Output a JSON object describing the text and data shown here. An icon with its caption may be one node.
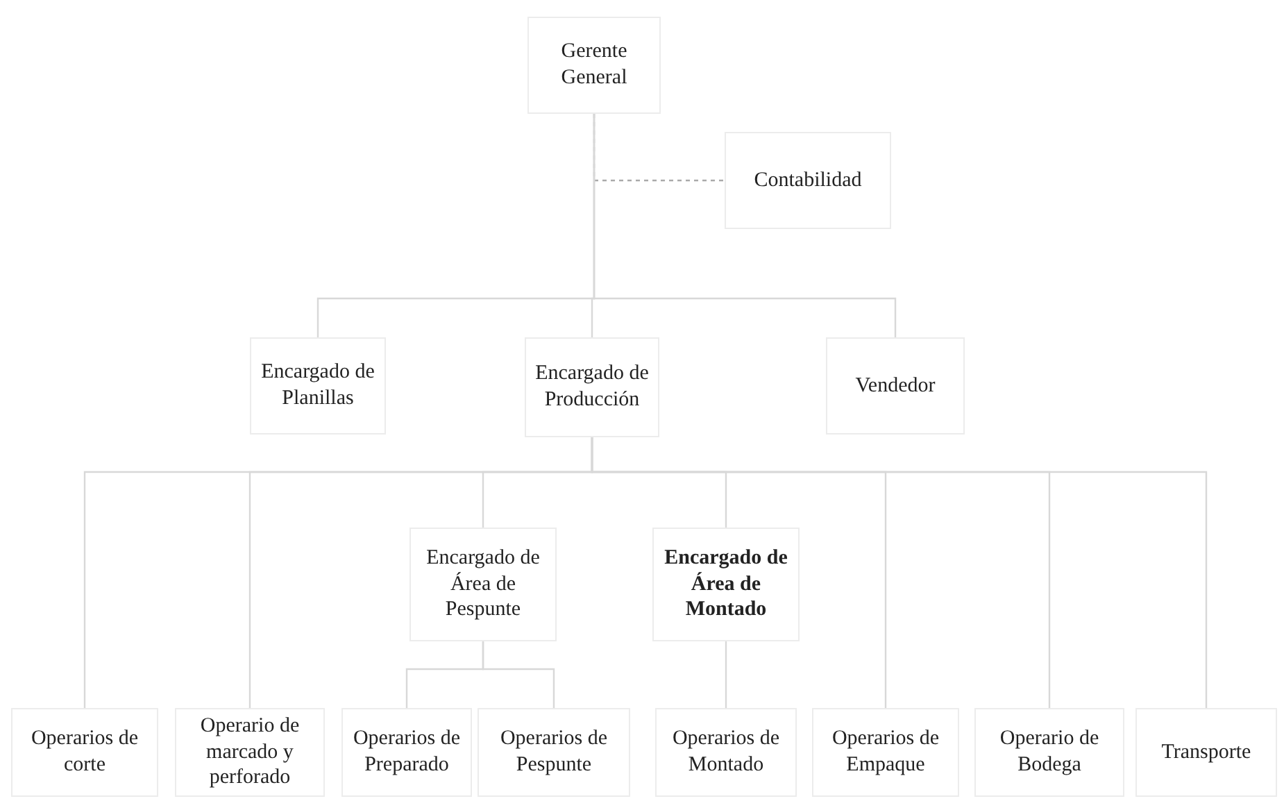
{
  "diagram": {
    "nodes": [
      {
        "text": [
          "Gerente General"
        ]
      },
      {
        "text": [
          "Contabilidad"
        ]
      },
      {
        "text": [
          "Encargado de Planillas"
        ]
      },
      {
        "text": [
          "Encargado de Producción"
        ]
      },
      {
        "text": [
          "Vendedor"
        ]
      },
      {
        "text": [
          "Encargado de Área de Pespunte"
        ]
      },
      {
        "text": [
          "Encargado de Área de Montado"
        ]
      },
      {
        "text": [
          "Operarios de corte"
        ]
      },
      {
        "text": [
          "Operario de marcado y perforado"
        ]
      },
      {
        "text": [
          "Operarios de Preparado"
        ]
      },
      {
        "text": [
          "Operarios de Pespunte"
        ]
      },
      {
        "text": [
          "Operarios de Montado"
        ]
      },
      {
        "text": [
          "Operarios de Empaque"
        ]
      },
      {
        "text": [
          "Operario de Bodega"
        ]
      },
      {
        "text": [
          "Transporte"
        ]
      }
    ],
    "edges": [
      {
        "from": 0,
        "to": 1,
        "arrow": "none",
        "style": "dashed"
      },
      {
        "from": 0,
        "to": 2,
        "arrow": "none"
      },
      {
        "from": 0,
        "to": 3,
        "arrow": "none"
      },
      {
        "from": 0,
        "to": 4,
        "arrow": "none"
      },
      {
        "from": 3,
        "to": 7,
        "arrow": "none"
      },
      {
        "from": 3,
        "to": 8,
        "arrow": "none"
      },
      {
        "from": 3,
        "to": 5,
        "arrow": "none"
      },
      {
        "from": 3,
        "to": 6,
        "arrow": "none"
      },
      {
        "from": 3,
        "to": 12,
        "arrow": "none"
      },
      {
        "from": 3,
        "to": 13,
        "arrow": "none"
      },
      {
        "from": 3,
        "to": 14,
        "arrow": "none"
      },
      {
        "from": 5,
        "to": 9,
        "arrow": "none"
      },
      {
        "from": 5,
        "to": 10,
        "arrow": "none"
      },
      {
        "from": 6,
        "to": 11,
        "arrow": "none"
      }
    ]
  }
}
